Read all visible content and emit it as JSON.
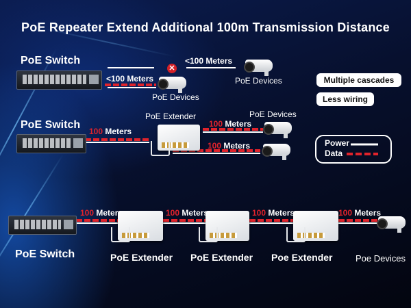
{
  "title": "PoE Repeater Extend Additional 100m Transmission Distance",
  "row1": {
    "switch_label": "PoE Switch",
    "left_distance": "<100 Meters",
    "right_distance": "<100 Meters",
    "device_label_left": "PoE Devices",
    "device_label_right": "PoE Devices"
  },
  "features": [
    "Multiple cascades",
    "Less wiring"
  ],
  "legend": {
    "power": "Power",
    "data": "Data"
  },
  "row2": {
    "switch_label": "PoE Switch",
    "extender_label": "PoE Extender",
    "device_label": "PoE Devices",
    "distance_num": "100",
    "distance_unit": " Meters"
  },
  "row3": {
    "switch_label": "PoE Switch",
    "extender_labels": [
      "PoE Extender",
      "PoE Extender",
      "Poe Extender"
    ],
    "device_label": "Poe Devices",
    "distance_num": "100",
    "distance_unit": " Meters"
  },
  "colors": {
    "power": "#ffffff",
    "data": "#e0232b",
    "background": "#07102e"
  }
}
